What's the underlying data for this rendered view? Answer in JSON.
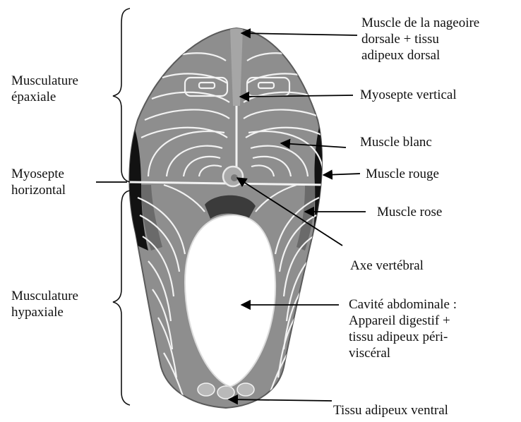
{
  "labels": {
    "epaxial": [
      "Musculature",
      "épaxiale"
    ],
    "myosepte_horizontal": [
      "Myosepte",
      "horizontal"
    ],
    "hypaxial": [
      "Musculature",
      "hypaxiale"
    ],
    "dorsal_fin_muscle": [
      "Muscle de la nageoire",
      "dorsale + tissu",
      "adipeux dorsal"
    ],
    "myosepte_vertical": "Myosepte vertical",
    "muscle_blanc": "Muscle blanc",
    "muscle_rouge": "Muscle rouge",
    "muscle_rose": "Muscle rose",
    "axe_vertebral": "Axe vertébral",
    "cavite": [
      "Cavité abdominale :",
      "Appareil digestif +",
      "tissu adipeux péri-",
      "viscéral"
    ],
    "tissu_ventral": "Tissu adipeux ventral"
  },
  "colors": {
    "flesh": "#8e8e8e",
    "flesh_dark": "#6f6f6f",
    "myosepta": "#f2f2f2",
    "red_muscle": "#121212",
    "pink_muscle": "#5c5c5c",
    "cavity": "#ffffff",
    "arrow": "#000000"
  }
}
